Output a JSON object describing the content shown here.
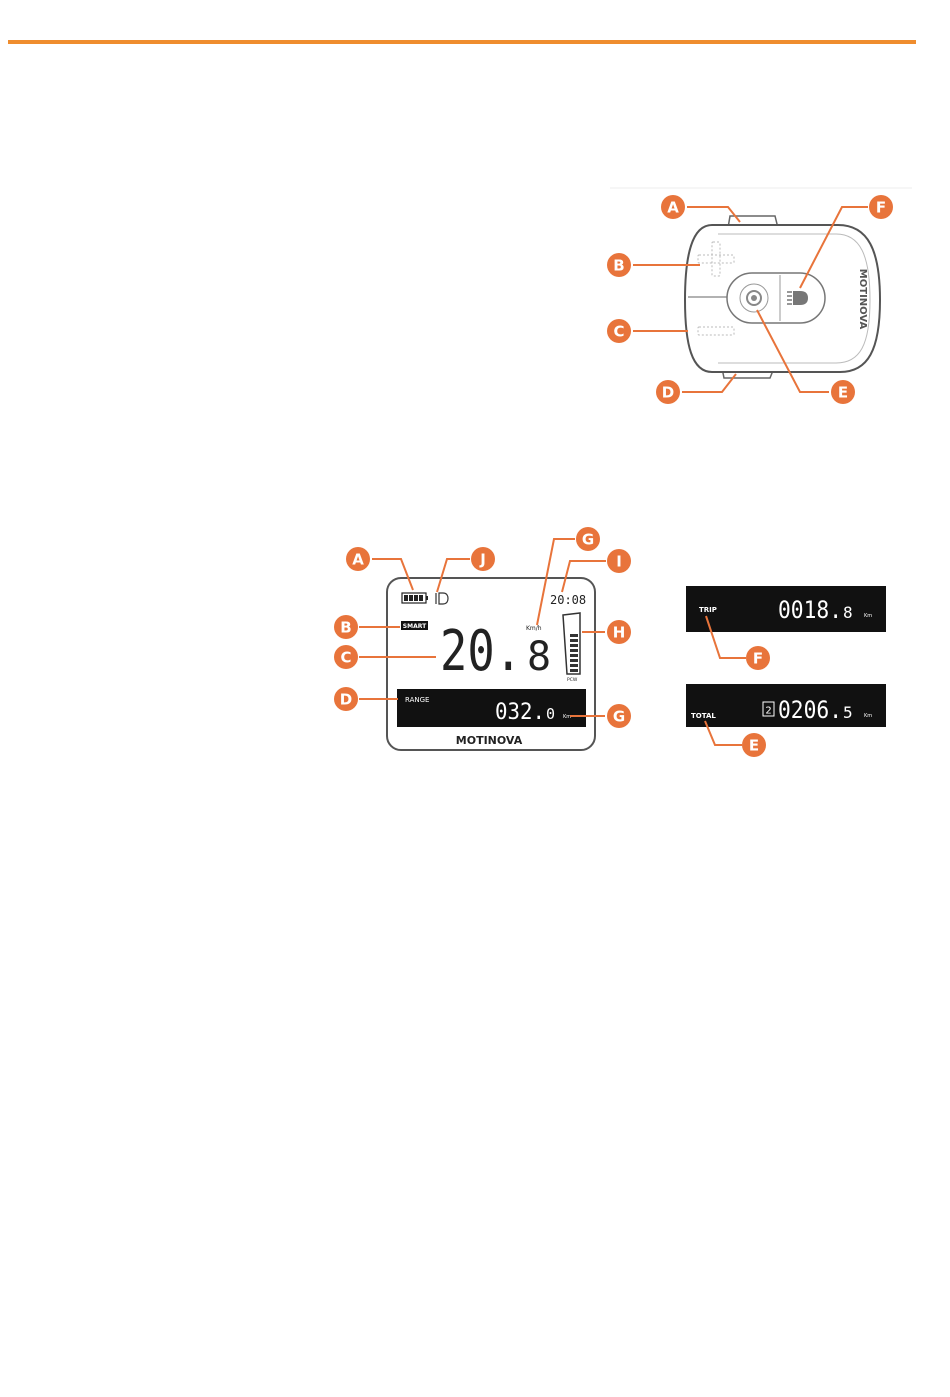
{
  "colors": {
    "accent": "#ef8d2e",
    "callout": "#e8743b",
    "lcd_black": "#111111",
    "outline": "#555555"
  },
  "remote": {
    "brand": "MOTINOVA",
    "callouts": [
      "A",
      "B",
      "C",
      "D",
      "E",
      "F"
    ],
    "icons": [
      "plus-icon",
      "minus-icon",
      "power-icon",
      "headlight-icon"
    ]
  },
  "display": {
    "callouts": [
      "A",
      "J",
      "G",
      "I",
      "B",
      "H",
      "C",
      "D",
      "G"
    ],
    "clock": "20:08",
    "mode_badge": "SMART",
    "speed_main": "20.",
    "speed_decimal": "8",
    "speed_unit": "Km/h",
    "power_label": "PCW",
    "range_label": "RANGE",
    "range_main": "032.",
    "range_decimal": "0",
    "range_unit": "Km",
    "brand": "MOTINOVA"
  },
  "trip_panel": {
    "label": "TRIP",
    "value_main": "0018.",
    "value_decimal": "8",
    "unit": "Km",
    "callout": "F"
  },
  "total_panel": {
    "label": "TOTAL",
    "badge": "2",
    "value_main": "0206.",
    "value_decimal": "5",
    "unit": "Km",
    "callout": "E"
  }
}
